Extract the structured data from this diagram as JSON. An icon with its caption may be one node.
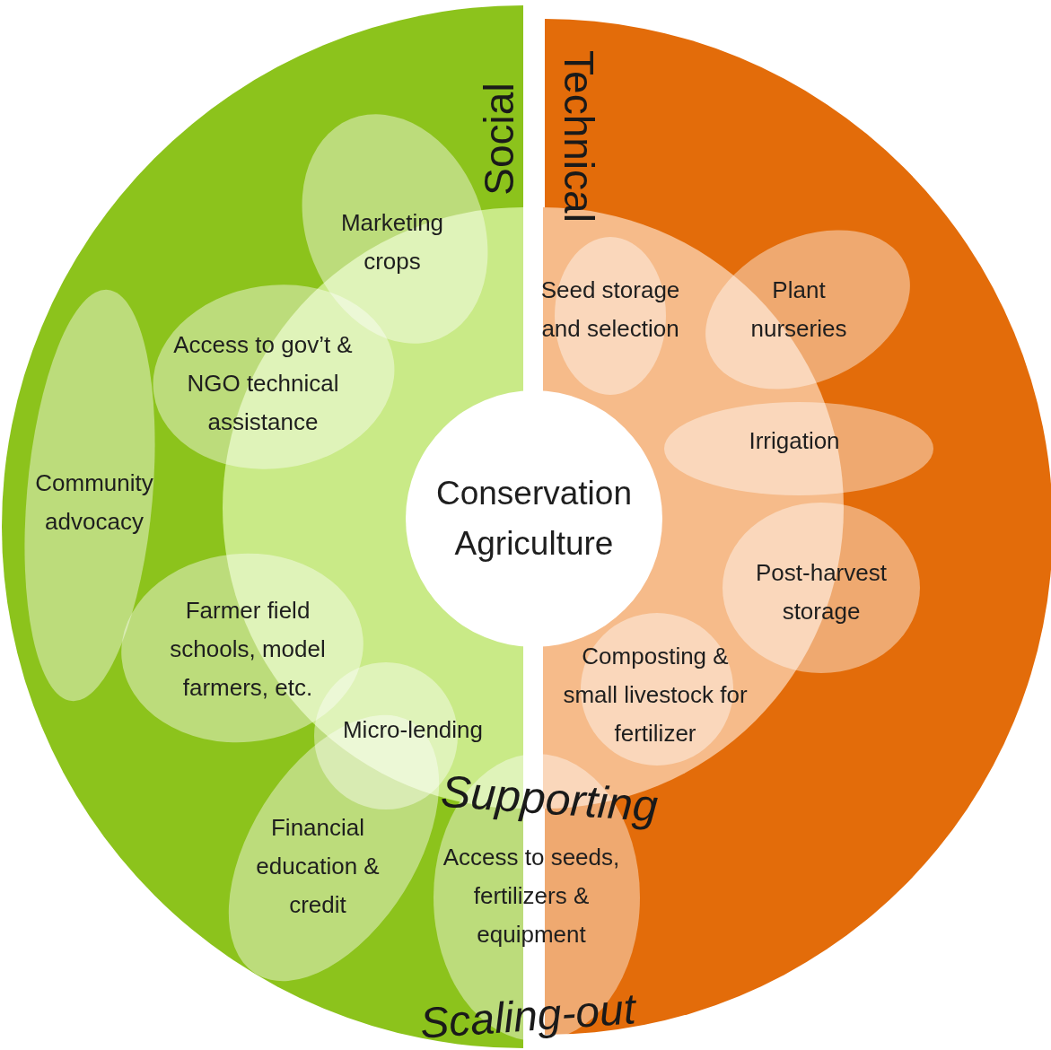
{
  "diagram": {
    "nodes": [
      {
        "text": [
          "Conservation Agriculture"
        ]
      },
      {
        "text": [
          "Marketing crops"
        ]
      },
      {
        "text": [
          "Access to gov’t & NGO technical assistance"
        ]
      },
      {
        "text": [
          "Community advocacy"
        ]
      },
      {
        "text": [
          "Farmer field schools, model farmers, etc."
        ]
      },
      {
        "text": [
          "Micro-lending"
        ]
      },
      {
        "text": [
          "Financial education & credit"
        ]
      },
      {
        "text": [
          "Access to seeds, fertilizers & equipment"
        ]
      },
      {
        "text": [
          "Seed storage and selection"
        ]
      },
      {
        "text": [
          "Plant nurseries"
        ]
      },
      {
        "text": [
          "Irrigation"
        ]
      },
      {
        "text": [
          "Post-harvest storage"
        ]
      },
      {
        "text": [
          "Composting & small livestock for fertilizer"
        ]
      }
    ],
    "labels": [
      "Social",
      "Technical",
      "Supporting",
      "Scaling-out"
    ]
  }
}
